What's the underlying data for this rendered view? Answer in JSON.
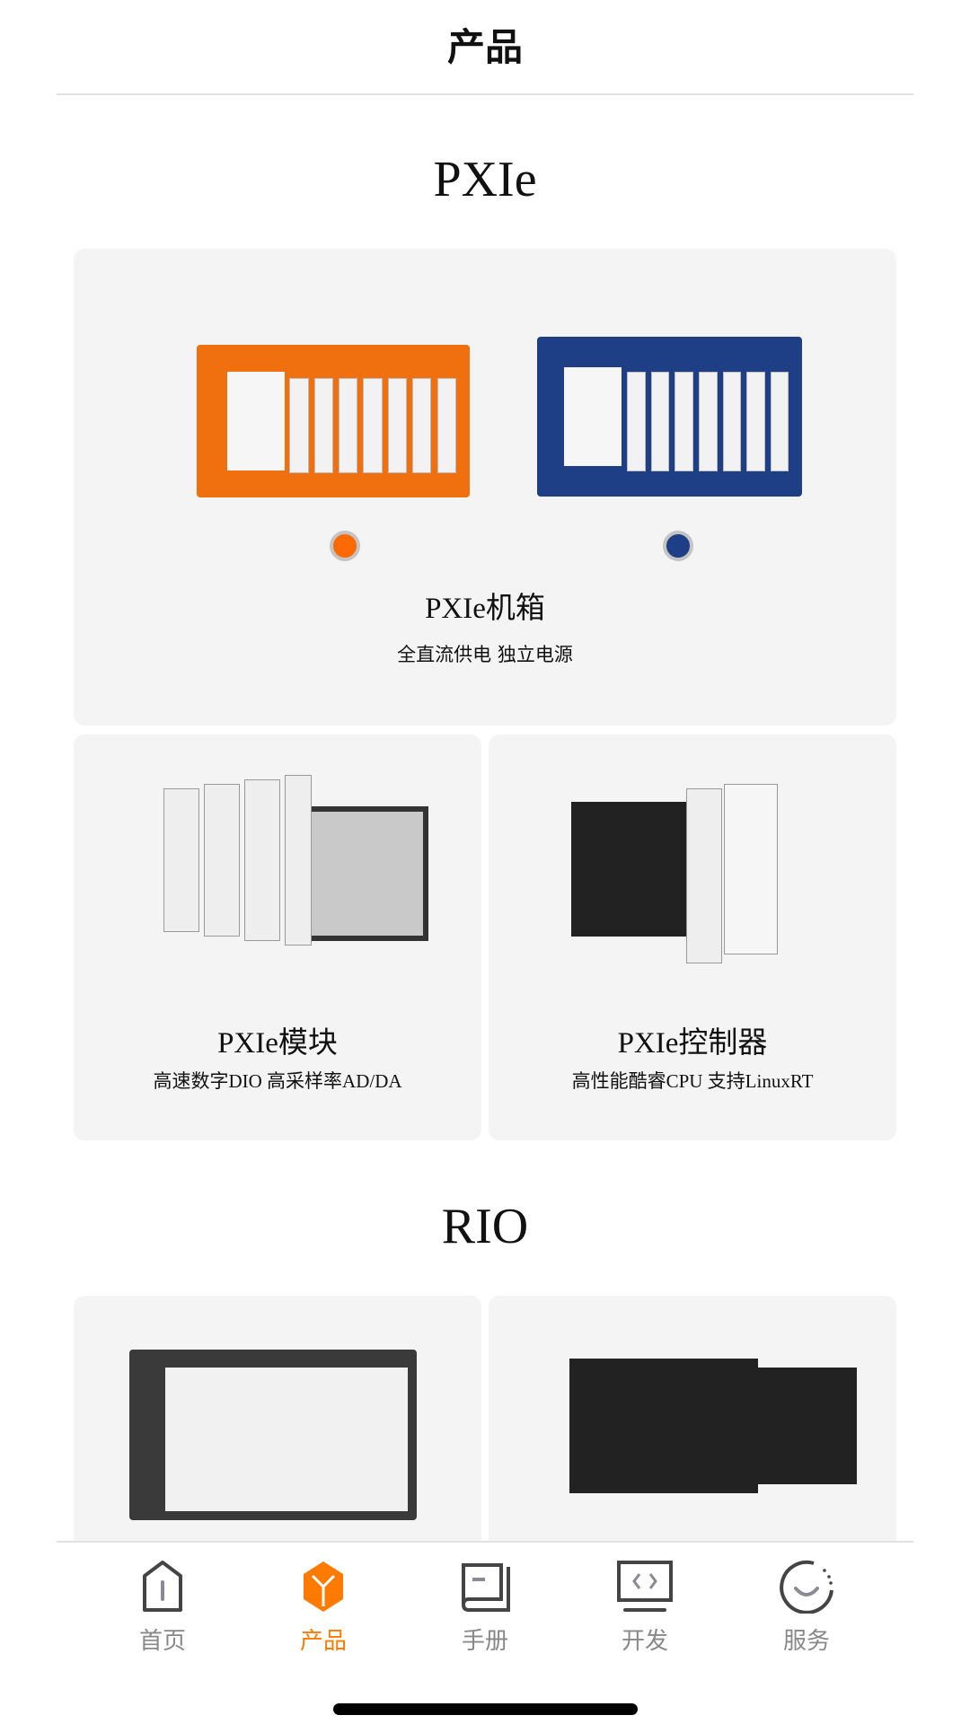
{
  "header": {
    "title": "产品"
  },
  "sections": [
    {
      "title": "PXIe",
      "cards": [
        {
          "title": "PXIe机箱",
          "subtitle": "全直流供电 独立电源",
          "color_options": [
            "#ff6a00",
            "#1e3f85"
          ]
        },
        {
          "title": "PXIe模块",
          "subtitle": "高速数字DIO 高采样率AD/DA"
        },
        {
          "title": "PXIe控制器",
          "subtitle": "高性能酷睿CPU 支持LinuxRT"
        }
      ]
    },
    {
      "title": "RIO",
      "cards": [
        {},
        {}
      ]
    }
  ],
  "nav": {
    "active": 1,
    "items": [
      {
        "label": "首页",
        "icon": "home-icon"
      },
      {
        "label": "产品",
        "icon": "box-icon"
      },
      {
        "label": "手册",
        "icon": "book-icon"
      },
      {
        "label": "开发",
        "icon": "code-monitor-icon"
      },
      {
        "label": "服务",
        "icon": "smile-service-icon"
      }
    ]
  },
  "colors": {
    "accent": "#ff7a00",
    "card_bg": "#f4f4f4",
    "inactive": "#888888"
  }
}
